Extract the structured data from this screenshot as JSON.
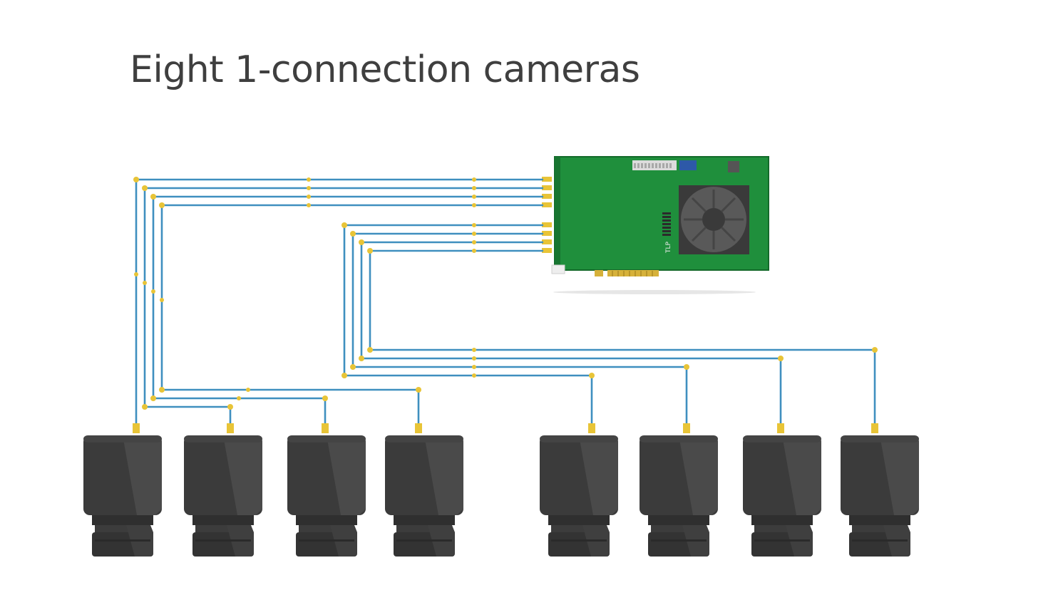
{
  "title": "Eight 1-connection cameras",
  "board": {
    "label": "TLP"
  },
  "cameras": [
    {
      "id": "camera-1"
    },
    {
      "id": "camera-2"
    },
    {
      "id": "camera-3"
    },
    {
      "id": "camera-4"
    },
    {
      "id": "camera-5"
    },
    {
      "id": "camera-6"
    },
    {
      "id": "camera-7"
    },
    {
      "id": "camera-8"
    }
  ],
  "colors": {
    "cable": "#3f8fbf",
    "connector": "#e8c437",
    "board": "#1f8f3c",
    "camera_body": "#3a3a3a",
    "title": "#3f3f3f"
  }
}
